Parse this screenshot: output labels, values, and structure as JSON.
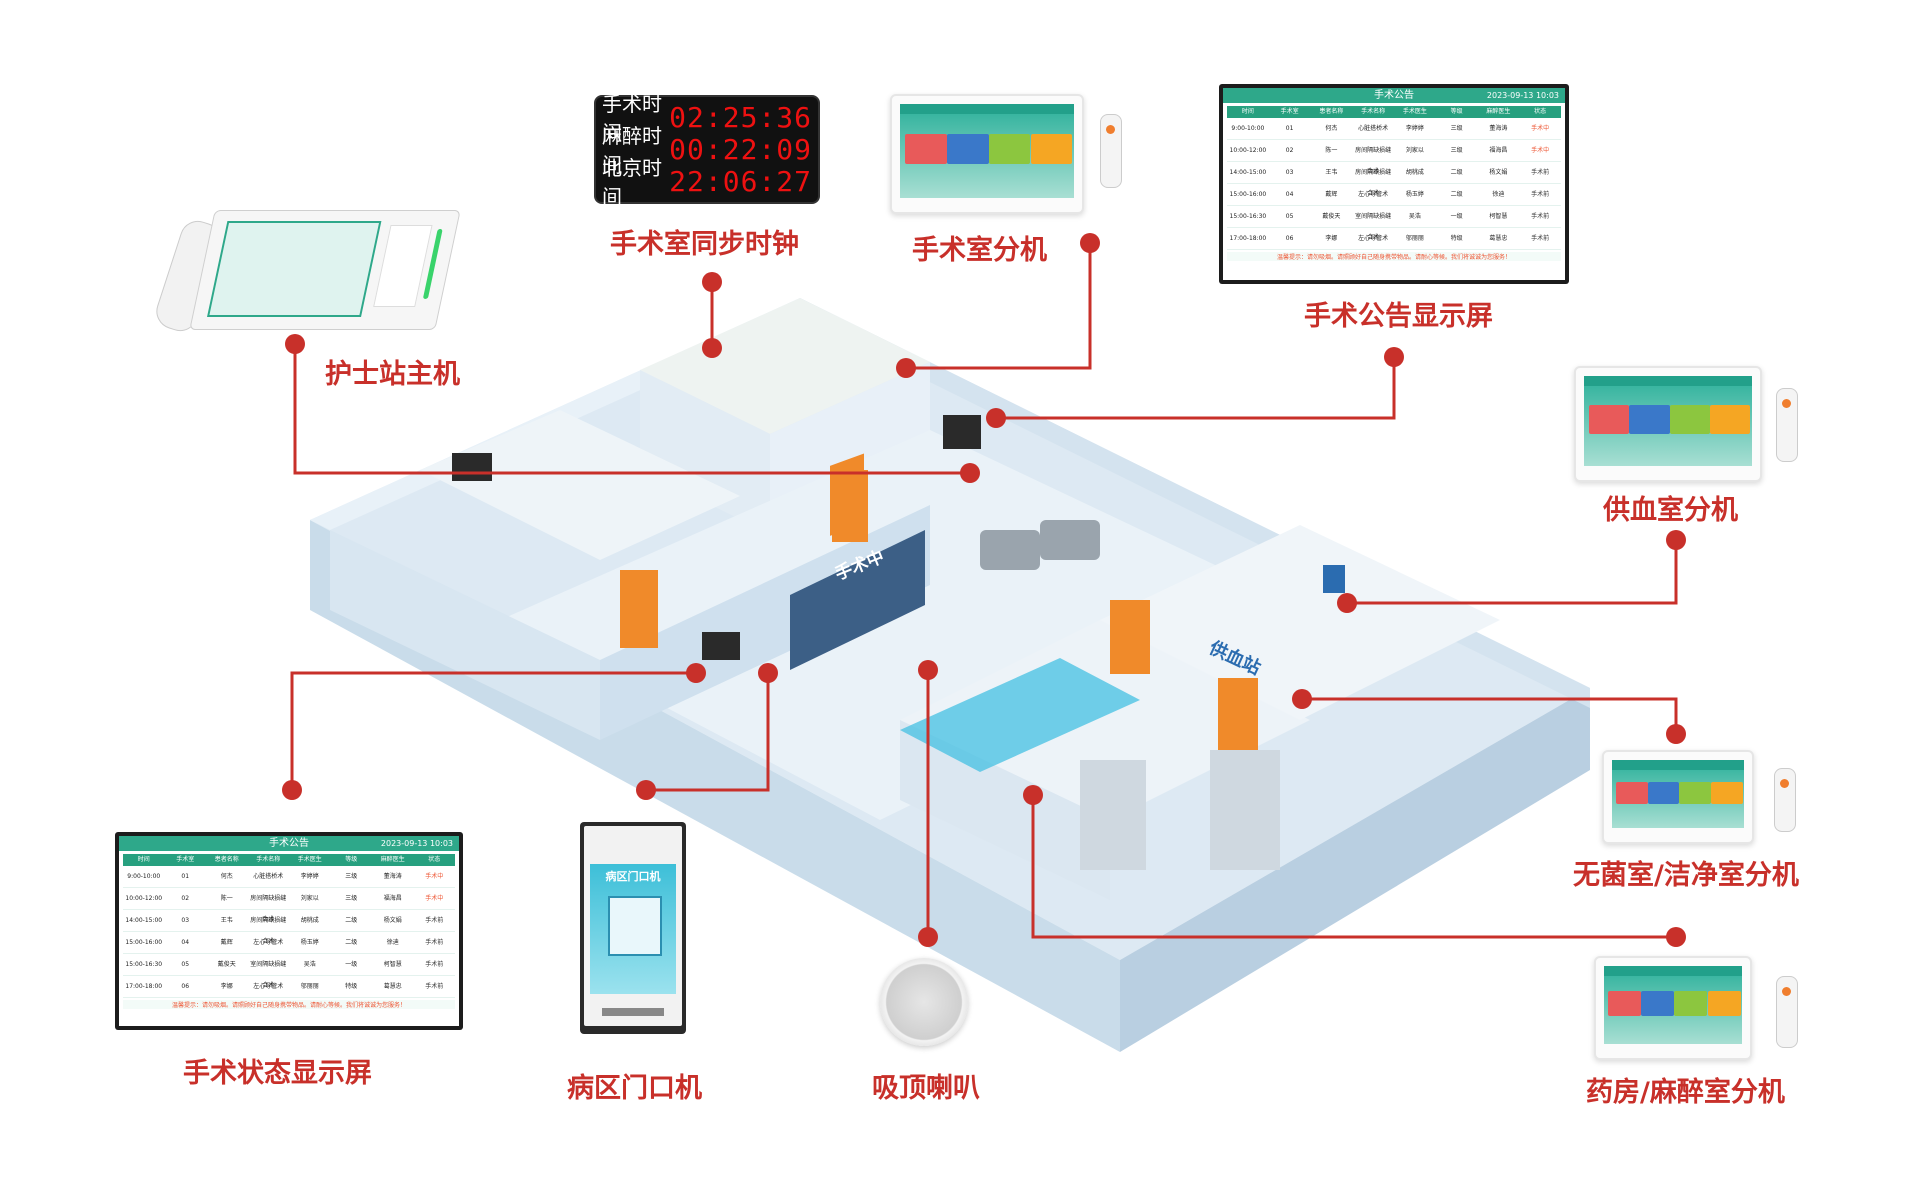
{
  "labels": {
    "nurse_station": "护士站主机",
    "sync_clock": "手术室同步时钟",
    "or_extension": "手术室分机",
    "announce_screen": "手术公告显示屏",
    "blood_room": "供血室分机",
    "sterile_room": "无菌室/洁净室分机",
    "pharmacy_room": "药房/麻醉室分机",
    "status_screen": "手术状态显示屏",
    "door_terminal": "病区门口机",
    "ceiling_speaker": "吸顶喇叭"
  },
  "clock": {
    "rows": [
      {
        "name": "手术时间",
        "value": "02:25:36"
      },
      {
        "name": "麻醉时间",
        "value": "00:22:09"
      },
      {
        "name": "北京时间",
        "value": "22:06:27"
      }
    ]
  },
  "screen": {
    "title": "手术公告",
    "date": "2023-09-13 10:03",
    "columns": [
      "时间",
      "手术室",
      "患者名称",
      "手术名称",
      "手术医生",
      "等级",
      "麻醉医生",
      "状态"
    ],
    "rows": [
      [
        "9:00-10:00",
        "01",
        "何杰",
        "心脏搭桥术",
        "李婷婷",
        "三级",
        "董海涛",
        "手术中"
      ],
      [
        "10:00-12:00",
        "02",
        "陈一",
        "房间隔缺损缝合术",
        "刘家以",
        "三级",
        "福海昌",
        "手术中"
      ],
      [
        "14:00-15:00",
        "03",
        "王韦",
        "房间隔缺损缝合术",
        "胡桃成",
        "二级",
        "杨文娟",
        "手术前"
      ],
      [
        "15:00-16:00",
        "04",
        "戴辉",
        "左心导管术",
        "杨玉婷",
        "二级",
        "徐迪",
        "手术前"
      ],
      [
        "15:00-16:30",
        "05",
        "戴俊天",
        "室间隔缺损缝合术",
        "吴浩",
        "一级",
        "柯智慧",
        "手术前"
      ],
      [
        "17:00-18:00",
        "06",
        "李娜",
        "左心导管术",
        "邬丽丽",
        "特级",
        "葛慧忠",
        "手术前"
      ]
    ],
    "tip": "温馨提示：请勿吸烟。请照顾好自己随身携带物品。请耐心等候。我们将诚诚为您服务！"
  },
  "door": {
    "title": "病区门口机"
  },
  "floor": {
    "sign": "手术中",
    "blood_sign": "供血站"
  },
  "colors": {
    "accent": "#c8302a",
    "teal": "#2ea88a",
    "door": "#f08a2a"
  }
}
